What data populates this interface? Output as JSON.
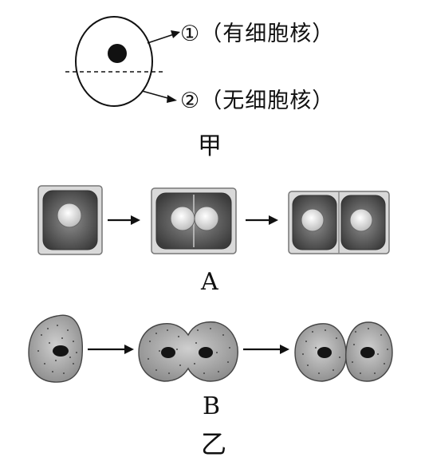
{
  "panel_jia": {
    "title": "甲",
    "part1_label": "①（有细胞核）",
    "part2_label": "②（无细胞核）"
  },
  "panel_yi": {
    "title": "乙",
    "row_a": {
      "label": "A",
      "stages": [
        "plant-cell-single",
        "plant-cell-nucleus-divided",
        "plant-cell-two-daughters"
      ]
    },
    "row_b": {
      "label": "B",
      "stages": [
        "animal-cell-single",
        "animal-cell-constricting",
        "animal-cell-two-daughters"
      ]
    }
  },
  "colors": {
    "ink": "#111111",
    "plant_cytoplasm_dark": "#4a4a4a",
    "plant_cytoplasm_light": "#8f8f8f",
    "cell_wall": "#cfcfcf",
    "nucleus_light": "#e8e8e8",
    "animal_cell": "#b7b7b7",
    "animal_nucleus": "#141414"
  }
}
